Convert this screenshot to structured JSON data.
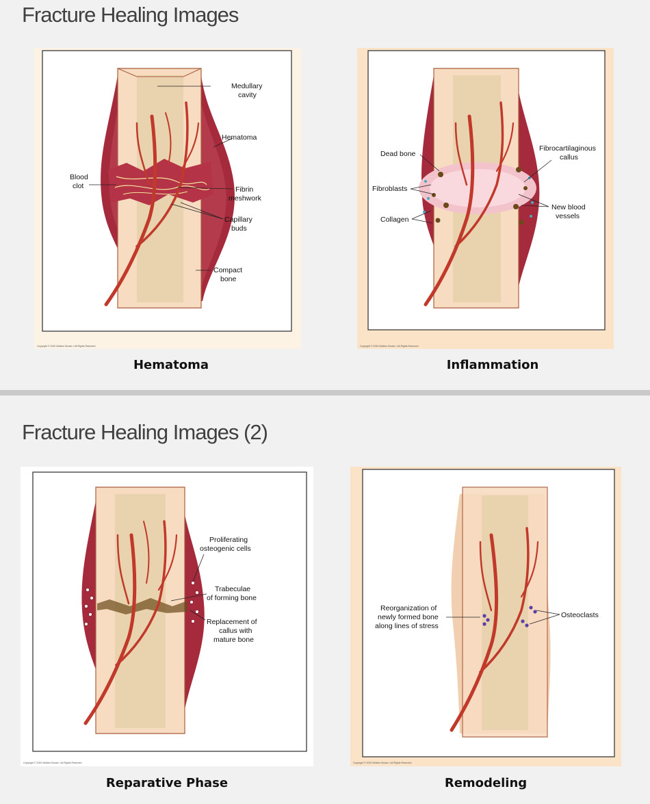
{
  "slide1": {
    "title": "Fracture Healing Images",
    "hematoma": {
      "caption": "Hematoma",
      "labels": {
        "medullary": [
          "Medullary",
          "cavity"
        ],
        "hematoma": [
          "Hematoma"
        ],
        "blood_clot": [
          "Blood",
          "clot"
        ],
        "fibrin": [
          "Fibrin",
          "meshwork"
        ],
        "capillary": [
          "Capillary",
          "buds"
        ],
        "compact": [
          "Compact",
          "bone"
        ]
      },
      "copyright": "Copyright © 2020 Wolters Kluwer • All Rights Reserved"
    },
    "inflammation": {
      "caption": "Inflammation",
      "labels": {
        "dead_bone": [
          "Dead bone"
        ],
        "fibrocartilaginous": [
          "Fibrocartilaginous",
          "callus"
        ],
        "fibroblasts": [
          "Fibroblasts"
        ],
        "collagen": [
          "Collagen"
        ],
        "new_vessels": [
          "New blood",
          "vessels"
        ]
      },
      "copyright": "Copyright © 2020 Wolters Kluwer • All Rights Reserved"
    }
  },
  "slide2": {
    "title": "Fracture Healing Images (2)",
    "reparative": {
      "caption": "Reparative Phase",
      "labels": {
        "proliferating": [
          "Proliferating",
          "osteogenic cells"
        ],
        "trabeculae": [
          "Trabeculae",
          "of forming bone"
        ],
        "replacement": [
          "Replacement of",
          "callus with",
          "mature bone"
        ]
      },
      "copyright": "Copyright © 2020 Wolters Kluwer • All Rights Reserved"
    },
    "remodeling": {
      "caption": "Remodeling",
      "labels": {
        "reorganization": [
          "Reorganization of",
          "newly formed bone",
          "along lines of stress"
        ],
        "osteoclasts": [
          "Osteoclasts"
        ]
      },
      "copyright": "Copyright © 2020 Wolters Kluwer • All Rights Reserved"
    }
  },
  "colors": {
    "bone_outer": "#f6dcc4",
    "medullary": "#e8cfae",
    "vessel": "#c0392b",
    "callus": "#a0263a",
    "frame_warm": "#fbe3c8"
  },
  "icons": [
    "bone-fracture-illustration",
    "blood-vessel-illustration",
    "osteoclast-cell-illustration"
  ]
}
